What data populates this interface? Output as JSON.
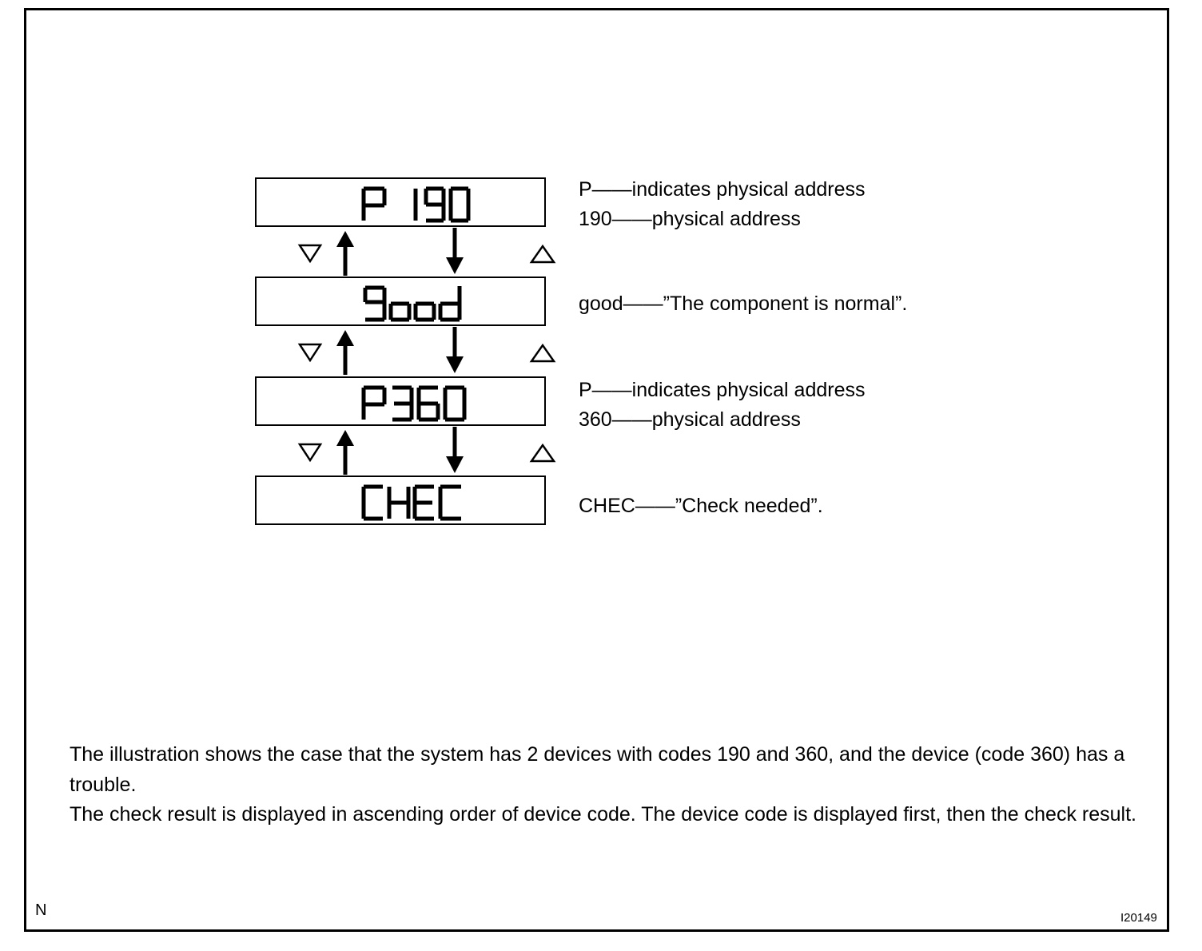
{
  "displays": [
    {
      "id": "p190",
      "text": "P 190"
    },
    {
      "id": "good",
      "text": "Good"
    },
    {
      "id": "p360",
      "text": "P360"
    },
    {
      "id": "chec",
      "text": "CHEC"
    }
  ],
  "notes": {
    "p190": [
      "P——indicates physical address",
      "190——physical address"
    ],
    "good": [
      "good——”The component is normal”."
    ],
    "p360": [
      "P——indicates physical address",
      "360——physical address"
    ],
    "chec": [
      "CHEC——”Check needed”."
    ]
  },
  "caption": {
    "line1": "The illustration shows the case that the system has 2 devices with codes 190 and 360, and the device (code 360) has a trouble.",
    "line2": "The check result is displayed in ascending order of device code. The device code is displayed first, then the check result."
  },
  "corner_label": "N",
  "figure_id": "I20149",
  "button_icons": {
    "down": "down-triangle-icon",
    "up": "up-triangle-icon"
  }
}
